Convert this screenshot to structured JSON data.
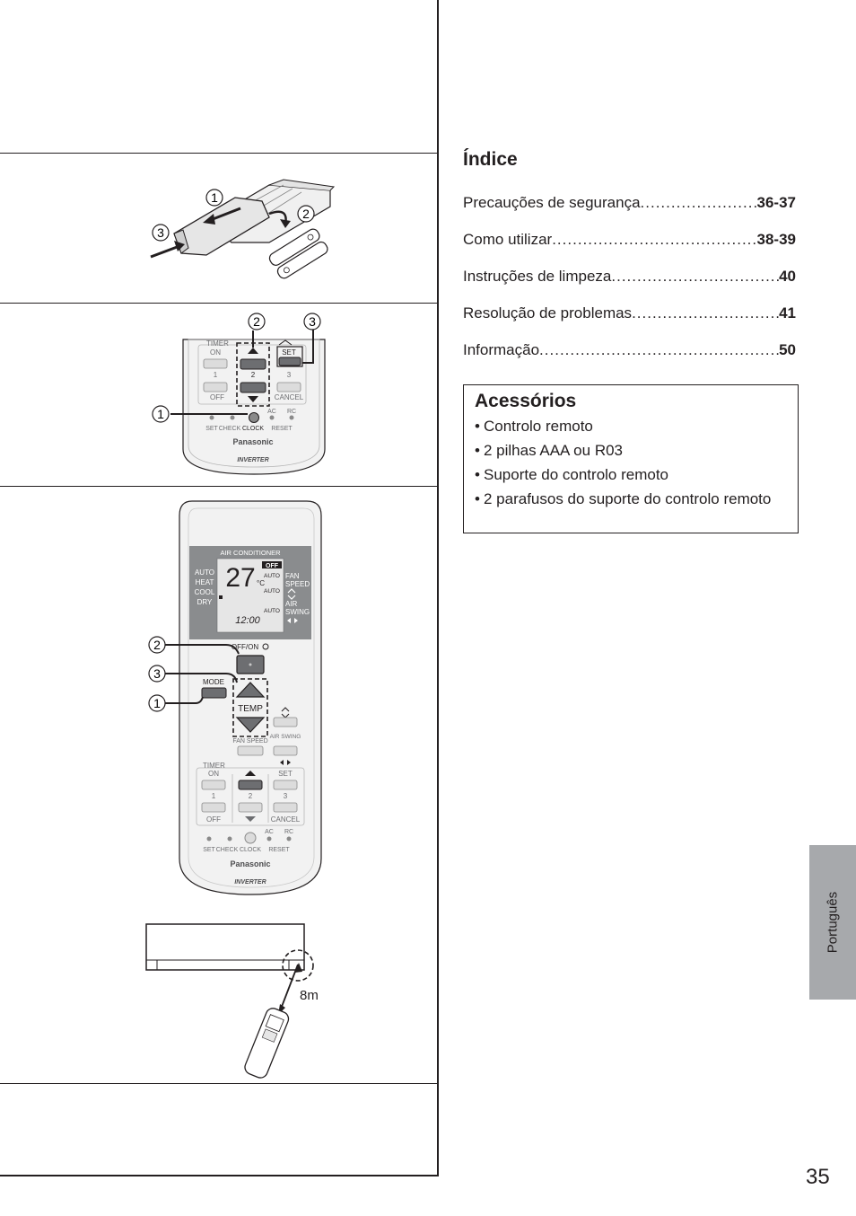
{
  "index": {
    "title": "Índice",
    "entries": [
      {
        "label": "Precauções de segurança",
        "page": "36-37"
      },
      {
        "label": "Como utilizar",
        "page": "38-39"
      },
      {
        "label": "Instruções de limpeza",
        "page": "40"
      },
      {
        "label": "Resolução de problemas",
        "page": "41"
      },
      {
        "label": "Informação",
        "page": "50"
      }
    ]
  },
  "accessories": {
    "title": "Acessórios",
    "items": [
      "Controlo remoto",
      "2 pilhas AAA ou R03",
      "Suporte do controlo remoto",
      "2 parafusos do suporte do controlo remoto"
    ]
  },
  "language_tab": "Português",
  "page_number": "35",
  "figures": {
    "callouts": {
      "one": "1",
      "two": "2",
      "three": "3"
    },
    "clock_remote": {
      "timer": "TIMER",
      "on": "ON",
      "off": "OFF",
      "set": "SET",
      "cancel": "CANCEL",
      "n1": "1",
      "n2": "2",
      "n3": "3",
      "ac": "AC",
      "rc": "RC",
      "bottom_labels": [
        "SET",
        "CHECK",
        "CLOCK",
        "RESET"
      ],
      "brand": "Panasonic",
      "series": "INVERTER"
    },
    "full_remote": {
      "header": "AIR CONDITIONER",
      "modes": [
        "AUTO",
        "HEAT",
        "COOL",
        "DRY"
      ],
      "temp_display": "27",
      "unit": "°C",
      "off_badge": "OFF",
      "auto": "AUTO",
      "fan_speed": [
        "FAN",
        "SPEED"
      ],
      "air_swing": [
        "AIR",
        "SWING"
      ],
      "clock_display": "12:00",
      "off_on": "OFF/ON",
      "mode": "MODE",
      "temp": "TEMP",
      "fan_speed_btn": "FAN SPEED",
      "air_swing_btn": "AIR SWING",
      "timer": "TIMER",
      "on": "ON",
      "off": "OFF",
      "set": "SET",
      "cancel": "CANCEL",
      "n1": "1",
      "n2": "2",
      "n3": "3",
      "ac": "AC",
      "rc": "RC",
      "bottom_labels": [
        "SET",
        "CHECK",
        "CLOCK",
        "RESET"
      ],
      "brand": "Panasonic",
      "series": "INVERTER"
    },
    "range": {
      "distance": "8m"
    }
  }
}
